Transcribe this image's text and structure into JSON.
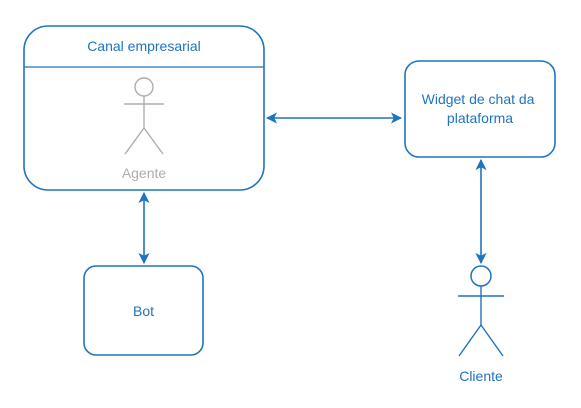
{
  "colors": {
    "stroke": "#1e74c0",
    "text": "#1e74c0",
    "muted": "#adadad",
    "background": "#ffffff"
  },
  "nodes": {
    "canal": {
      "title": "Canal empresarial"
    },
    "agente": {
      "label": "Agente",
      "icon": "person-icon"
    },
    "widget": {
      "line1": "Widget de chat da",
      "line2": "plataforma"
    },
    "bot": {
      "label": "Bot"
    },
    "cliente": {
      "label": "Cliente",
      "icon": "person-icon"
    }
  },
  "edges": [
    {
      "from": "canal",
      "to": "widget",
      "direction": "both"
    },
    {
      "from": "canal",
      "to": "bot",
      "direction": "both"
    },
    {
      "from": "widget",
      "to": "cliente",
      "direction": "both"
    }
  ]
}
